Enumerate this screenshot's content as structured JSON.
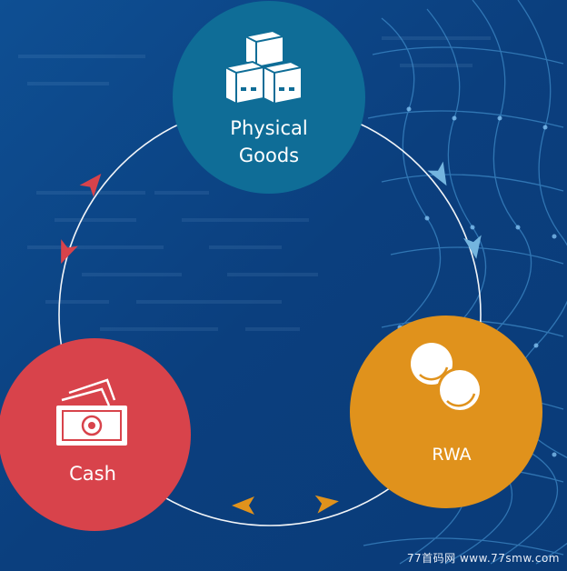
{
  "nodes": {
    "physical_goods": {
      "line1": "Physical",
      "line2": "Goods",
      "color": "#0f6d97",
      "icon": "stacked-boxes-icon"
    },
    "rwa": {
      "label": "RWA",
      "color": "#e0921c",
      "icon": "coins-icon"
    },
    "cash": {
      "label": "Cash",
      "color": "#d8434b",
      "icon": "banknotes-icon"
    }
  },
  "arrows": {
    "goods_rwa_color": "#74b5df",
    "rwa_cash_color": "#e0921c",
    "cash_goods_color": "#d8434b"
  },
  "colors": {
    "background": "#0d4a8c",
    "ring": "#ffffff"
  },
  "watermark": "77首码网 www.77smw.com"
}
